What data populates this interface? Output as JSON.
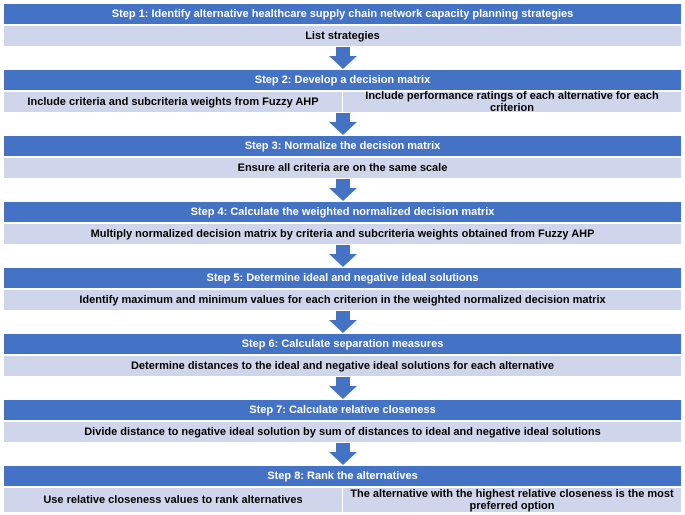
{
  "steps": [
    {
      "title": "Step 1: Identify alternative healthcare supply chain network capacity planning strategies",
      "items": [
        "List strategies"
      ]
    },
    {
      "title": "Step 2: Develop a decision matrix",
      "items": [
        "Include criteria and subcriteria weights from Fuzzy AHP",
        "Include performance ratings of each alternative for each criterion"
      ]
    },
    {
      "title": "Step 3: Normalize the decision matrix",
      "items": [
        "Ensure all criteria are on the same scale"
      ]
    },
    {
      "title": "Step 4: Calculate the weighted normalized decision matrix",
      "items": [
        "Multiply normalized decision matrix by criteria and subcriteria weights obtained from Fuzzy AHP"
      ]
    },
    {
      "title": "Step 5: Determine ideal and negative ideal solutions",
      "items": [
        "Identify maximum and minimum values for each criterion in the weighted normalized decision matrix"
      ]
    },
    {
      "title": "Step 6: Calculate separation measures",
      "items": [
        "Determine distances to the ideal and negative ideal solutions for each alternative"
      ]
    },
    {
      "title": "Step 7: Calculate relative closeness",
      "items": [
        "Divide distance to negative ideal solution by sum of distances to ideal and negative ideal solutions"
      ]
    },
    {
      "title": "Step 8: Rank the alternatives",
      "items": [
        "Use relative closeness values to rank alternatives",
        "The alternative with the highest relative closeness is the most preferred option"
      ]
    }
  ],
  "colors": {
    "header": "#4472c4",
    "body": "#cfd5ea",
    "arrow": "#4472c4"
  }
}
